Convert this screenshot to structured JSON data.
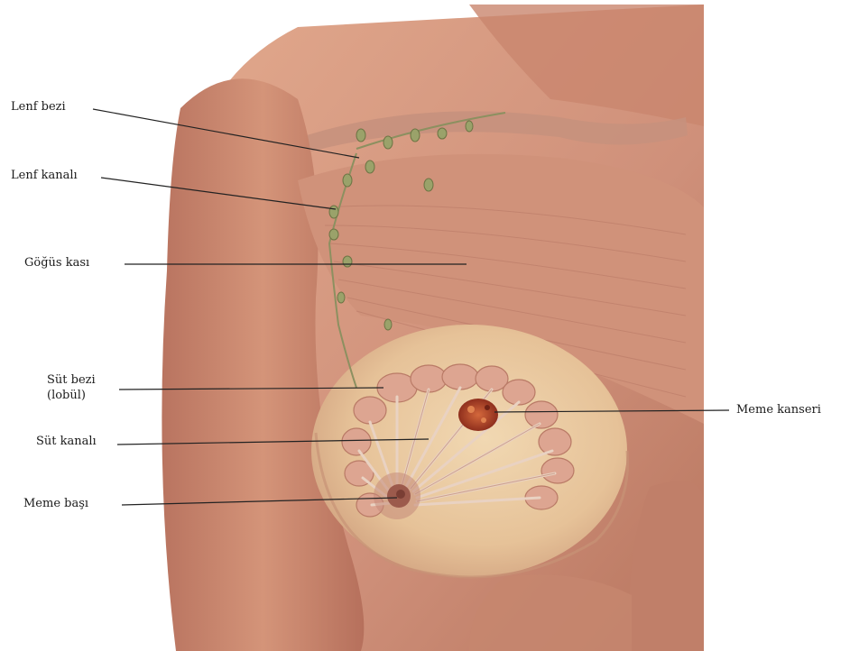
{
  "labels": {
    "lymph_node": "Lenf bezi",
    "lymph_duct": "Lenf kanalı",
    "chest_muscle": "Göğüs kası",
    "lobule_line1": "Süt bezi",
    "lobule_line2": "(lobül)",
    "milk_duct": "Süt kanalı",
    "nipple": "Meme başı",
    "breast_cancer": "Meme kanseri"
  },
  "colors": {
    "skin": "#d69a80",
    "muscle": "#c98a72",
    "muscle_shadow": "#b4745e",
    "fat_tissue": "#e8c9a0",
    "lobule": "#dba894",
    "lymph_node": "#9aa26a",
    "tumor": "#b5432a",
    "leader_line": "#222222"
  }
}
